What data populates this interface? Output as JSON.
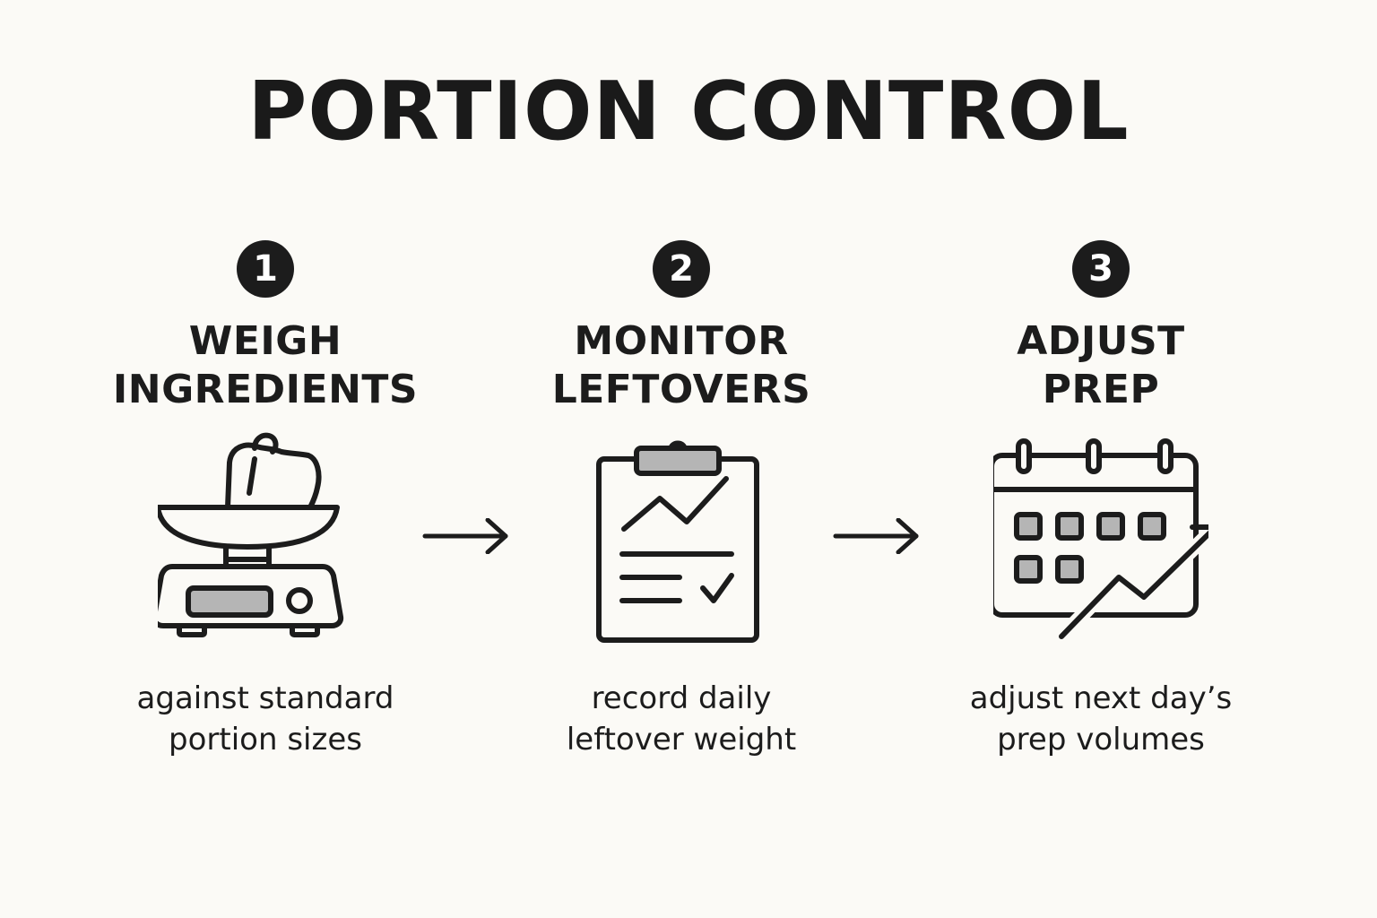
{
  "title": "PORTION CONTROL",
  "steps": [
    {
      "number": "1",
      "title_line1": "WEIGH",
      "title_line2": "INGREDIENTS",
      "icon": "scale-icon",
      "desc_line1": "against standard",
      "desc_line2": "portion sizes"
    },
    {
      "number": "2",
      "title_line1": "MONITOR",
      "title_line2": "LEFTOVERS",
      "icon": "clipboard-chart-icon",
      "desc_line1": "record daily",
      "desc_line2": "leftover weight"
    },
    {
      "number": "3",
      "title_line1": "ADJUST",
      "title_line2": "PREP",
      "icon": "calendar-trend-icon",
      "desc_line1": "adjust next day’s",
      "desc_line2": "prep volumes"
    }
  ],
  "colors": {
    "background": "#fbfaf6",
    "ink": "#1c1c1c",
    "icon_fill": "#b5b5b5"
  }
}
